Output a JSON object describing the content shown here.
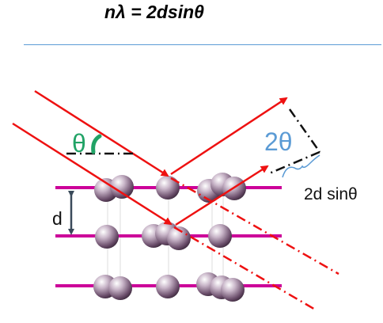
{
  "title": "nλ = 2dsinθ",
  "labels": {
    "theta": "θ",
    "two_theta": "2θ",
    "d": "d",
    "path_difference": "2d sinθ"
  },
  "colors": {
    "ray": "#ee1111",
    "plane": "#cc0099",
    "theta_label": "#21a366",
    "two_theta_label": "#5b9bd5",
    "atom": "#a08aa0",
    "rule": "#5b9bd5"
  }
}
